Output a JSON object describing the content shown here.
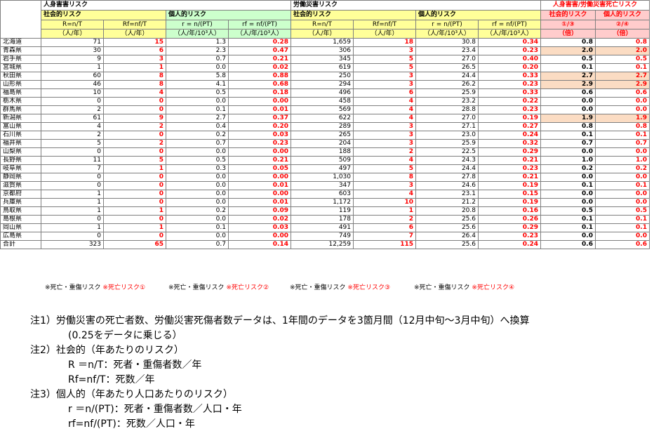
{
  "headers": {
    "group_personal_injury": "人身害害リスク",
    "group_labor": "労働災害リスク",
    "group_ratio": "人身害害/労働災害死亡リスク",
    "social_risk": "社会的リスク",
    "individual_risk": "個人的リスク",
    "ratio_social": "社会的リスク",
    "ratio_individual": "個人的リスク",
    "col_R": "R=n/T",
    "col_Rf": "Rf=nf/T",
    "col_r": "r = n/(PT)",
    "col_rf": "rf = nf/(PT)",
    "unit_year": "（人/年）",
    "unit_pop": "（人/年/10³人）",
    "ratio_social_formula": "①/③",
    "ratio_individual_formula": "②/④",
    "ratio_unit": "（倍）"
  },
  "rows": [
    {
      "pref": "北海道",
      "R": "71",
      "Rf": "15",
      "r": "1.3",
      "rf": "0.28",
      "lR": "1,659",
      "lRf": "18",
      "lr": "30.8",
      "lrf": "0.34",
      "ratioS": "0.8",
      "ratioI": "0.8",
      "hl": false
    },
    {
      "pref": "青森県",
      "R": "30",
      "Rf": "6",
      "r": "2.3",
      "rf": "0.47",
      "lR": "306",
      "lRf": "3",
      "lr": "23.4",
      "lrf": "0.23",
      "ratioS": "2.0",
      "ratioI": "2.0",
      "hl": true
    },
    {
      "pref": "岩手県",
      "R": "9",
      "Rf": "3",
      "r": "0.7",
      "rf": "0.21",
      "lR": "345",
      "lRf": "5",
      "lr": "27.0",
      "lrf": "0.40",
      "ratioS": "0.5",
      "ratioI": "0.5",
      "hl": false
    },
    {
      "pref": "宮城県",
      "R": "1",
      "Rf": "1",
      "r": "0.0",
      "rf": "0.02",
      "lR": "619",
      "lRf": "5",
      "lr": "26.5",
      "lrf": "0.20",
      "ratioS": "0.1",
      "ratioI": "0.1",
      "hl": false
    },
    {
      "pref": "秋田県",
      "R": "60",
      "Rf": "8",
      "r": "5.8",
      "rf": "0.88",
      "lR": "250",
      "lRf": "3",
      "lr": "24.4",
      "lrf": "0.33",
      "ratioS": "2.7",
      "ratioI": "2.7",
      "hl": true
    },
    {
      "pref": "山形県",
      "R": "46",
      "Rf": "8",
      "r": "4.1",
      "rf": "0.68",
      "lR": "294",
      "lRf": "3",
      "lr": "26.2",
      "lrf": "0.23",
      "ratioS": "2.9",
      "ratioI": "2.9",
      "hl": true
    },
    {
      "pref": "福島県",
      "R": "10",
      "Rf": "4",
      "r": "0.5",
      "rf": "0.18",
      "lR": "496",
      "lRf": "6",
      "lr": "25.9",
      "lrf": "0.33",
      "ratioS": "0.6",
      "ratioI": "0.6",
      "hl": false
    },
    {
      "pref": "栃木県",
      "R": "0",
      "Rf": "0",
      "r": "0.0",
      "rf": "0.00",
      "lR": "458",
      "lRf": "4",
      "lr": "23.2",
      "lrf": "0.22",
      "ratioS": "0.0",
      "ratioI": "0.0",
      "hl": false
    },
    {
      "pref": "群馬県",
      "R": "2",
      "Rf": "0",
      "r": "0.1",
      "rf": "0.01",
      "lR": "569",
      "lRf": "4",
      "lr": "28.8",
      "lrf": "0.23",
      "ratioS": "0.0",
      "ratioI": "0.0",
      "hl": false
    },
    {
      "pref": "新潟県",
      "R": "61",
      "Rf": "9",
      "r": "2.7",
      "rf": "0.37",
      "lR": "622",
      "lRf": "4",
      "lr": "27.0",
      "lrf": "0.19",
      "ratioS": "1.9",
      "ratioI": "1.9",
      "hl": true
    },
    {
      "pref": "富山県",
      "R": "4",
      "Rf": "2",
      "r": "0.4",
      "rf": "0.20",
      "lR": "289",
      "lRf": "3",
      "lr": "27.1",
      "lrf": "0.27",
      "ratioS": "0.8",
      "ratioI": "0.8",
      "hl": false
    },
    {
      "pref": "石川県",
      "R": "2",
      "Rf": "0",
      "r": "0.2",
      "rf": "0.03",
      "lR": "265",
      "lRf": "3",
      "lr": "23.0",
      "lrf": "0.24",
      "ratioS": "0.1",
      "ratioI": "0.1",
      "hl": false
    },
    {
      "pref": "福井県",
      "R": "5",
      "Rf": "2",
      "r": "0.7",
      "rf": "0.23",
      "lR": "204",
      "lRf": "3",
      "lr": "25.9",
      "lrf": "0.32",
      "ratioS": "0.7",
      "ratioI": "0.7",
      "hl": false
    },
    {
      "pref": "山梨県",
      "R": "0",
      "Rf": "0",
      "r": "0.0",
      "rf": "0.00",
      "lR": "188",
      "lRf": "2",
      "lr": "22.5",
      "lrf": "0.29",
      "ratioS": "0.0",
      "ratioI": "0.0",
      "hl": false
    },
    {
      "pref": "長野県",
      "R": "11",
      "Rf": "5",
      "r": "0.5",
      "rf": "0.21",
      "lR": "509",
      "lRf": "4",
      "lr": "24.3",
      "lrf": "0.21",
      "ratioS": "1.0",
      "ratioI": "1.0",
      "hl": false
    },
    {
      "pref": "岐阜県",
      "R": "7",
      "Rf": "1",
      "r": "0.3",
      "rf": "0.05",
      "lR": "497",
      "lRf": "5",
      "lr": "24.4",
      "lrf": "0.23",
      "ratioS": "0.2",
      "ratioI": "0.2",
      "hl": false
    },
    {
      "pref": "静岡県",
      "R": "0",
      "Rf": "0",
      "r": "0.0",
      "rf": "0.00",
      "lR": "1,030",
      "lRf": "8",
      "lr": "27.8",
      "lrf": "0.21",
      "ratioS": "0.0",
      "ratioI": "0.0",
      "hl": false
    },
    {
      "pref": "滋賀県",
      "R": "0",
      "Rf": "0",
      "r": "0.0",
      "rf": "0.01",
      "lR": "347",
      "lRf": "3",
      "lr": "24.6",
      "lrf": "0.19",
      "ratioS": "0.1",
      "ratioI": "0.1",
      "hl": false
    },
    {
      "pref": "京都府",
      "R": "1",
      "Rf": "0",
      "r": "0.0",
      "rf": "0.00",
      "lR": "603",
      "lRf": "4",
      "lr": "23.1",
      "lrf": "0.15",
      "ratioS": "0.0",
      "ratioI": "0.0",
      "hl": false
    },
    {
      "pref": "兵庫県",
      "R": "1",
      "Rf": "0",
      "r": "0.0",
      "rf": "0.01",
      "lR": "1,172",
      "lRf": "10",
      "lr": "21.2",
      "lrf": "0.19",
      "ratioS": "0.0",
      "ratioI": "0.0",
      "hl": false
    },
    {
      "pref": "鳥取県",
      "R": "1",
      "Rf": "1",
      "r": "0.2",
      "rf": "0.09",
      "lR": "119",
      "lRf": "1",
      "lr": "20.8",
      "lrf": "0.16",
      "ratioS": "0.5",
      "ratioI": "0.5",
      "hl": false
    },
    {
      "pref": "島根県",
      "R": "0",
      "Rf": "0",
      "r": "0.0",
      "rf": "0.02",
      "lR": "178",
      "lRf": "2",
      "lr": "25.6",
      "lrf": "0.26",
      "ratioS": "0.1",
      "ratioI": "0.1",
      "hl": false
    },
    {
      "pref": "岡山県",
      "R": "1",
      "Rf": "1",
      "r": "0.1",
      "rf": "0.03",
      "lR": "491",
      "lRf": "6",
      "lr": "25.6",
      "lrf": "0.29",
      "ratioS": "0.1",
      "ratioI": "0.1",
      "hl": false
    },
    {
      "pref": "広島県",
      "R": "0",
      "Rf": "0",
      "r": "0.0",
      "rf": "0.00",
      "lR": "749",
      "lRf": "7",
      "lr": "26.4",
      "lrf": "0.23",
      "ratioS": "0.0",
      "ratioI": "0.0",
      "hl": false
    },
    {
      "pref": "合計",
      "R": "323",
      "Rf": "65",
      "r": "0.7",
      "rf": "0.14",
      "lR": "12,259",
      "lRf": "115",
      "lr": "25.6",
      "lrf": "0.24",
      "ratioS": "0.6",
      "ratioI": "0.6",
      "hl": false
    }
  ],
  "legend": [
    {
      "black": "※死亡・重傷リスク",
      "red": "※死亡リスク①"
    },
    {
      "black": "※死亡・重傷リスク",
      "red": "※死亡リスク②"
    },
    {
      "black": "※死亡・重傷リスク",
      "red": "※死亡リスク③"
    },
    {
      "black": "※死亡・重傷リスク",
      "red": "※死亡リスク④"
    }
  ],
  "notes": {
    "n1": "注1）労働災害の死亡者数、労働災害死傷者数データは、1年間のデータを3箇月間（12月中旬〜3月中旬）へ換算",
    "n1b": "(0.25をデータに乗じる）",
    "n2": "注2）社会的（年あたりのリスク）",
    "n2a": "R ＝n/T：死者・重傷者数／年",
    "n2b": "Rf=nf/T：死数／年",
    "n3": "注3）個人的（年あたり人口あたりのリスク）",
    "n3a": "r ＝n/(PT)：死者・重傷者数／人口・年",
    "n3b": "rf=nf/(PT)：死数／人口・年"
  }
}
